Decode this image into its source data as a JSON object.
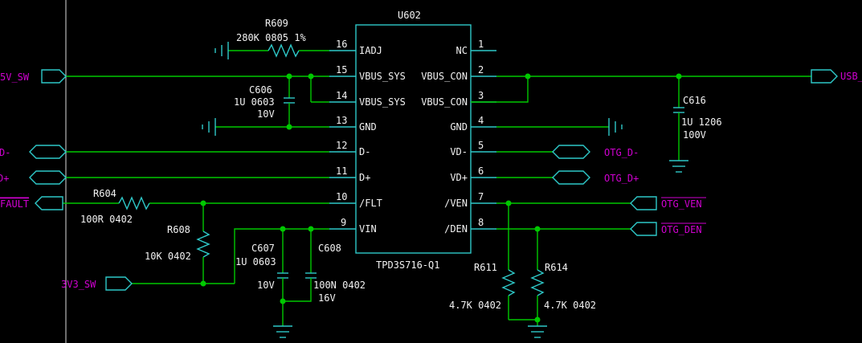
{
  "ic": {
    "ref": "U602",
    "part": "TPD3S716-Q1",
    "left_pins": [
      {
        "num": "16",
        "name": "IADJ"
      },
      {
        "num": "15",
        "name": "VBUS_SYS"
      },
      {
        "num": "14",
        "name": "VBUS_SYS"
      },
      {
        "num": "13",
        "name": "GND"
      },
      {
        "num": "12",
        "name": "D-"
      },
      {
        "num": "11",
        "name": "D+"
      },
      {
        "num": "10",
        "name": "/FLT"
      },
      {
        "num": "9",
        "name": "VIN"
      }
    ],
    "right_pins": [
      {
        "num": "1",
        "name": "NC"
      },
      {
        "num": "2",
        "name": "VBUS_CON"
      },
      {
        "num": "3",
        "name": "VBUS_CON"
      },
      {
        "num": "4",
        "name": "GND"
      },
      {
        "num": "5",
        "name": "VD-"
      },
      {
        "num": "6",
        "name": "VD+"
      },
      {
        "num": "7",
        "name": "/VEN"
      },
      {
        "num": "8",
        "name": "/DEN"
      }
    ]
  },
  "components": {
    "r609": {
      "ref": "R609",
      "value": "280K 0805 1%"
    },
    "c606": {
      "ref": "C606",
      "value": "1U 0603",
      "voltage": "10V"
    },
    "r604": {
      "ref": "R604",
      "value": "100R 0402"
    },
    "r608": {
      "ref": "R608",
      "value": "10K 0402"
    },
    "c607": {
      "ref": "C607",
      "value": "1U 0603",
      "voltage": "10V"
    },
    "c608": {
      "ref": "C608",
      "value": "100N 0402",
      "voltage": "16V"
    },
    "r611": {
      "ref": "R611",
      "value": "4.7K 0402"
    },
    "r614": {
      "ref": "R614",
      "value": "4.7K 0402"
    },
    "c616": {
      "ref": "C616",
      "value": "1U 1206",
      "voltage": "100V"
    }
  },
  "nets": {
    "5v_sw": "5V_SW",
    "usb": "USB_",
    "d_minus": "D-",
    "d_plus": "D+",
    "fault": "FAULT",
    "3v3_sw": "3V3_SW",
    "otg_dm": "OTG_D-",
    "otg_dp": "OTG_D+",
    "otg_ven": "OTG_VEN",
    "otg_den": "OTG_DEN"
  },
  "colors": {
    "wire": "#00c800",
    "component": "#2ec8c8",
    "text": "#f2f2f2",
    "net_label": "#d000d0"
  }
}
